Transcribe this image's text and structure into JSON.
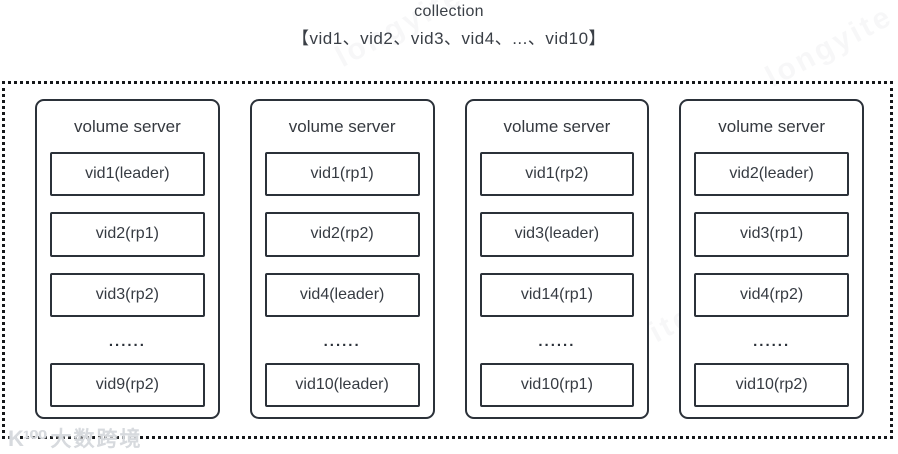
{
  "header": {
    "title": "collection",
    "subtitle": "【vid1、vid2、vid3、vid4、...、vid10】"
  },
  "servers": [
    {
      "label": "volume server",
      "volumes": [
        "vid1(leader)",
        "vid2(rp1)",
        "vid3(rp2)"
      ],
      "ellipsis": "......",
      "last_volume": "vid9(rp2)"
    },
    {
      "label": "volume server",
      "volumes": [
        "vid1(rp1)",
        "vid2(rp2)",
        "vid4(leader)"
      ],
      "ellipsis": "......",
      "last_volume": "vid10(leader)"
    },
    {
      "label": "volume server",
      "volumes": [
        "vid1(rp2)",
        "vid3(leader)",
        "vid14(rp1)"
      ],
      "ellipsis": "......",
      "last_volume": "vid10(rp1)"
    },
    {
      "label": "volume server",
      "volumes": [
        "vid2(leader)",
        "vid3(rp1)",
        "vid4(rp2)"
      ],
      "ellipsis": "......",
      "last_volume": "vid10(rp2)"
    }
  ],
  "watermarks": {
    "corner_logo": "K¹⁰⁰",
    "corner_text": "大数跨境",
    "diagonal_text": "longyite"
  },
  "colors": {
    "box_border": "#2b3139",
    "outer_dotted_border": "#15171a",
    "text": "#363b42",
    "watermark": "#d7dade",
    "background": "#ffffff"
  }
}
